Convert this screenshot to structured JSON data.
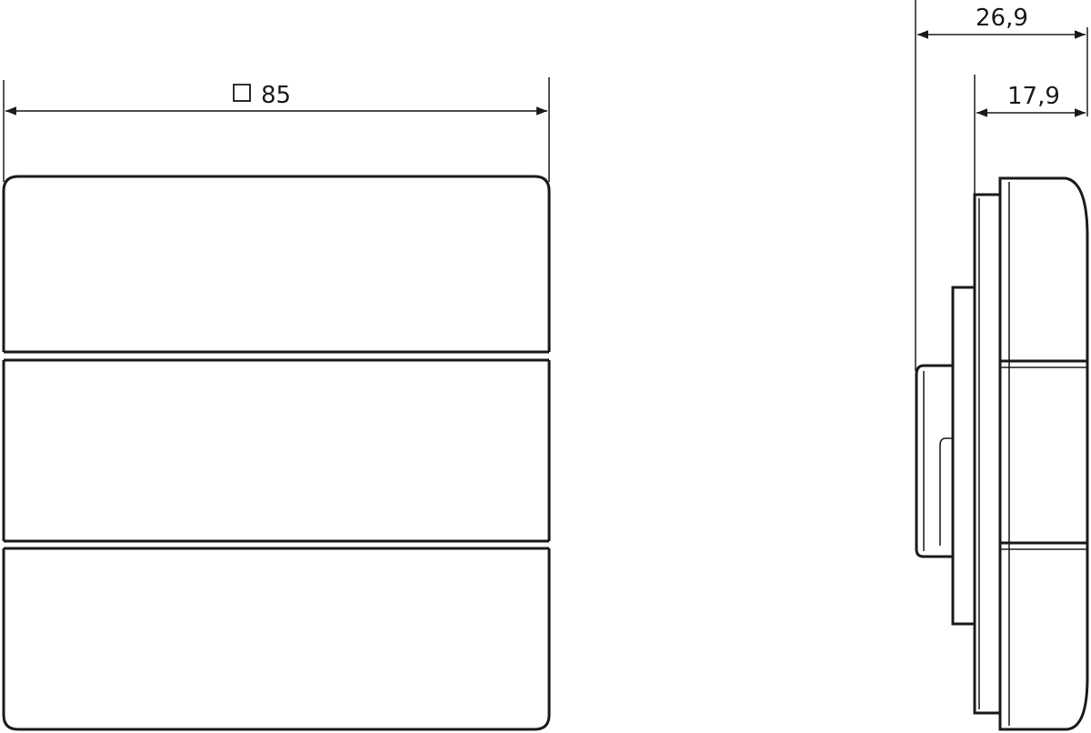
{
  "dimensions": {
    "width_symbol": "□",
    "width_value": "85",
    "depth_total": "26,9",
    "depth_front": "17,9"
  },
  "colors": {
    "ink": "#1a1a1a",
    "background": "#ffffff"
  }
}
